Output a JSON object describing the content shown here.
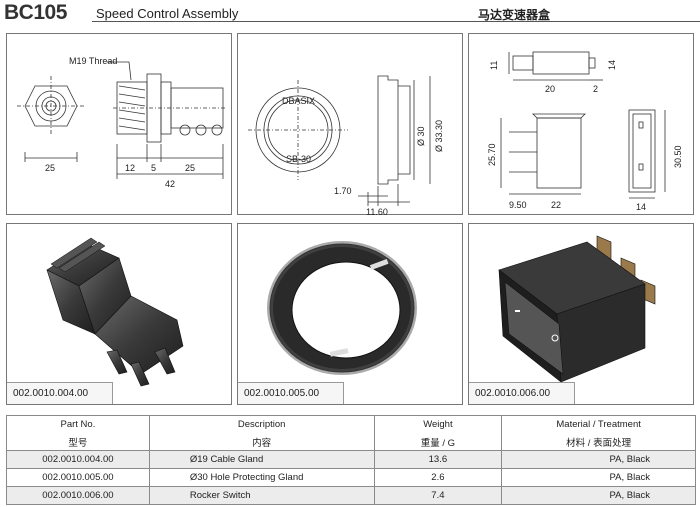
{
  "header": {
    "code": "BC105",
    "title": "Speed Control Assembly",
    "title_cn": "马达变速器盒"
  },
  "drawings": {
    "gland": {
      "thread_label": "M19 Thread",
      "d_width": "25",
      "d_a": "12",
      "d_b": "5",
      "d_c": "25",
      "d_total": "42"
    },
    "hole": {
      "brand": "DBASIX",
      "model": "SB-30",
      "d_inner": "Ø 30",
      "d_outer": "Ø 33.30",
      "d_lip": "1.70",
      "d_depth": "11.60"
    },
    "switch": {
      "d_h1": "11",
      "d_h2": "14",
      "d_w1": "20",
      "d_w2": "2",
      "d_side": "25.70",
      "d_front_h": "30.50",
      "d_b1": "9.50",
      "d_b2": "22",
      "d_front_w": "14"
    }
  },
  "photos": [
    {
      "part": "002.0010.004.00"
    },
    {
      "part": "002.0010.005.00"
    },
    {
      "part": "002.0010.006.00"
    }
  ],
  "table": {
    "headers": [
      {
        "en": "Part No.",
        "cn": "型号"
      },
      {
        "en": "Description",
        "cn": "内容"
      },
      {
        "en": "Weight",
        "cn": "重量 / G"
      },
      {
        "en": "Material / Treatment",
        "cn": "材料 / 表面处理"
      }
    ],
    "rows": [
      {
        "part": "002.0010.004.00",
        "desc": "Ø19 Cable Gland",
        "weight": "13.6",
        "material": "PA, Black"
      },
      {
        "part": "002.0010.005.00",
        "desc": "Ø30 Hole Protecting Gland",
        "weight": "2.6",
        "material": "PA, Black"
      },
      {
        "part": "002.0010.006.00",
        "desc": "Rocker Switch",
        "weight": "7.4",
        "material": "PA, Black"
      }
    ]
  }
}
